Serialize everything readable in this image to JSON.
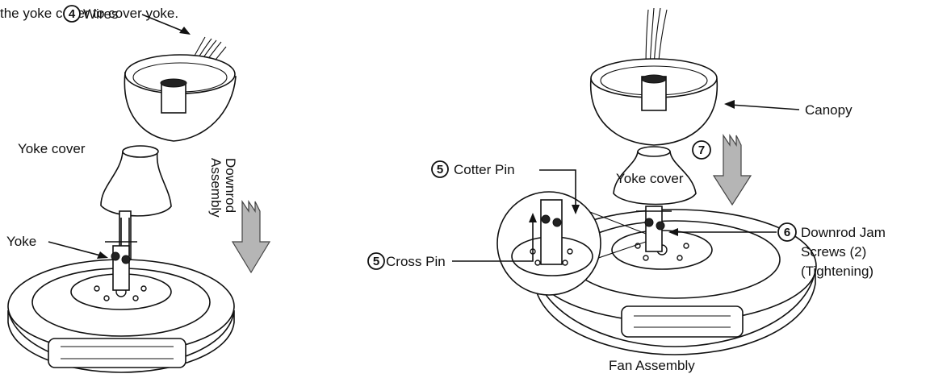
{
  "top_caption": "the yoke cover to cover yoke.",
  "labels": {
    "wires_num": "4",
    "wires": "Wires",
    "yoke_cover_left": "Yoke cover",
    "downrod_line1": "Downrod",
    "downrod_line2": "Assembly",
    "yoke": "Yoke",
    "canopy": "Canopy",
    "step7_num": "7",
    "yoke_cover_right": "Yoke cover",
    "cotter_num": "5",
    "cotter": "Cotter Pin",
    "cross_num": "5",
    "cross": "Cross Pin",
    "jam_num": "6",
    "jam_line1": "Downrod Jam",
    "jam_line2": "Screws (2)",
    "jam_line3": "(Tightening)",
    "fan_assembly": "Fan Assembly"
  }
}
